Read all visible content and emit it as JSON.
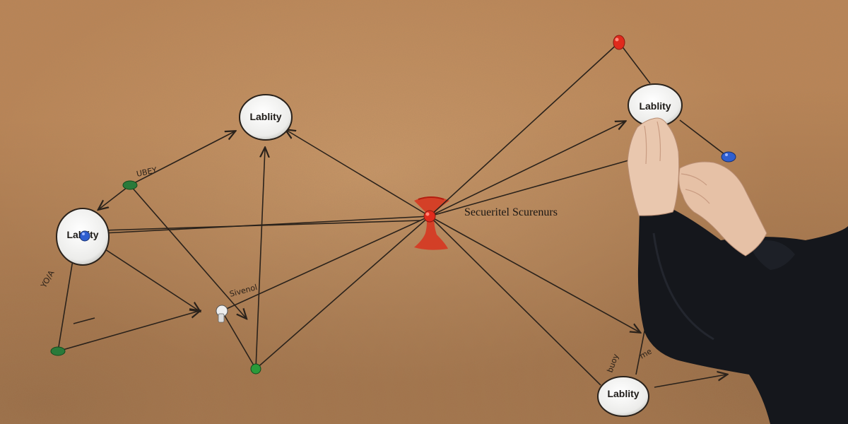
{
  "labels": {
    "left_disk": "Lablity",
    "top_center_disk": "Lablity",
    "top_right_disk": "Lablity",
    "bottom_right_disk": "Lablity"
  },
  "central_caption": "Secueritel Scurenurs",
  "scrawls": {
    "near_green_pin_left": "UBEY",
    "left_edge": "YO/A",
    "near_white_pin": "Sivenol",
    "near_bottom_right": "buoy",
    "near_bottom_right_2": "me"
  },
  "colors": {
    "corkboard": "#bb8556",
    "string": "#2a221b",
    "central_stain": "#d8321d",
    "pin_red": "#e02a1c",
    "pin_blue": "#2f5fd0",
    "pin_green": "#2a7a3a",
    "sleeve": "#15171c",
    "skin": "#e9c7ae"
  }
}
